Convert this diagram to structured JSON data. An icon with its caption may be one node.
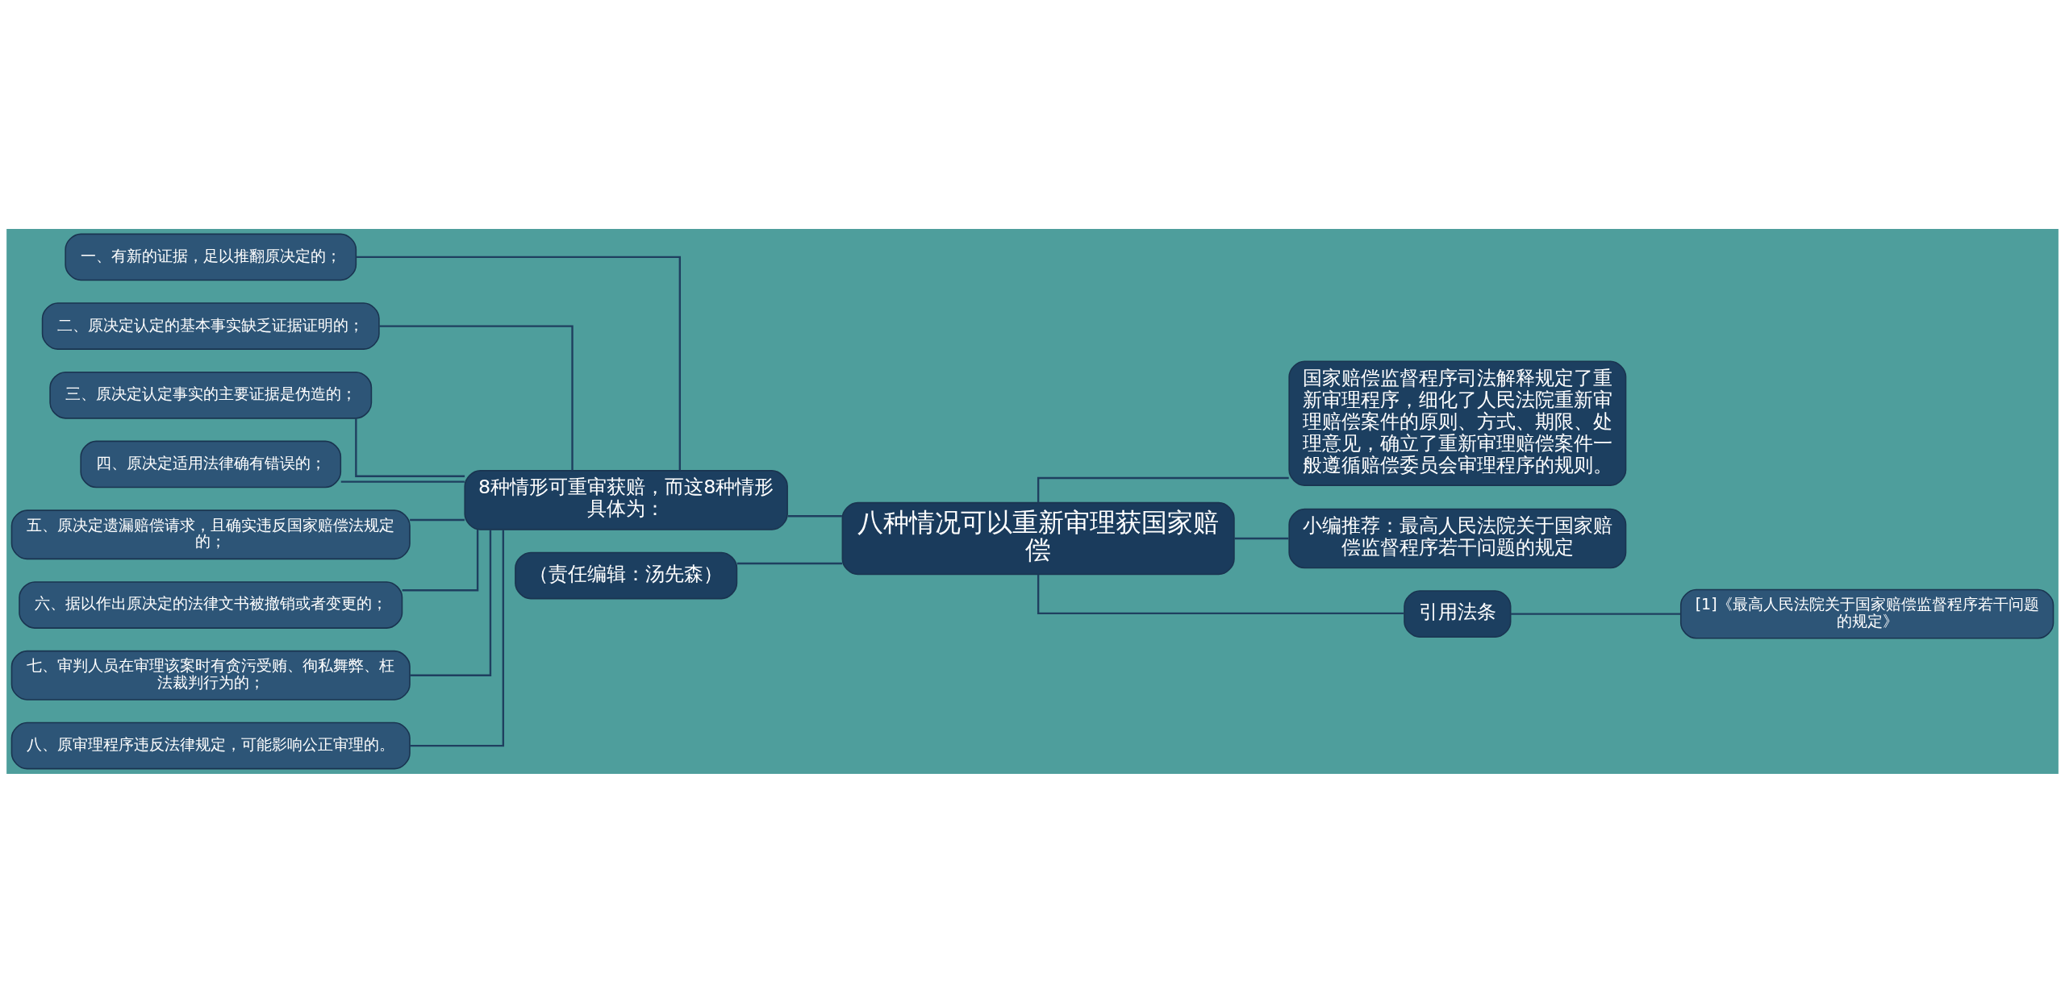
{
  "diagram": {
    "nodes": [
      {
        "text": [
          "八种情况可以重新审理获国家赔偿"
        ]
      },
      {
        "text": [
          "8种情形可重审获赔，而这8种情形具体为："
        ]
      },
      {
        "text": [
          "一、有新的证据，足以推翻原决定的；"
        ]
      },
      {
        "text": [
          "二、原决定认定的基本事实缺乏证据证明的；"
        ]
      },
      {
        "text": [
          "三、原决定认定事实的主要证据是伪造的；"
        ]
      },
      {
        "text": [
          "四、原决定适用法律确有错误的；"
        ]
      },
      {
        "text": [
          "五、原决定遗漏赔偿请求，且确实违反国家赔偿法规定的；"
        ]
      },
      {
        "text": [
          "六、据以作出原决定的法律文书被撤销或者变更的；"
        ]
      },
      {
        "text": [
          "七、审判人员在审理该案时有贪污受贿、徇私舞弊、枉法裁判行为的；"
        ]
      },
      {
        "text": [
          "八、原审理程序违反法律规定，可能影响公正审理的。"
        ]
      },
      {
        "text": [
          "（责任编辑：汤先森）"
        ]
      },
      {
        "text": [
          "国家赔偿监督程序司法解释规定了重新审理程序，细化了人民法院重新审理赔偿案件的原则、方式、期限、处理意见，确立了重新审理赔偿案件一般遵循赔偿委员会审理程序的规则。"
        ]
      },
      {
        "text": [
          "小编推荐：最高人民法院关于国家赔偿监督程序若干问题的规定"
        ]
      },
      {
        "text": [
          "引用法条"
        ]
      },
      {
        "text": [
          "[1]《最高人民法院关于国家赔偿监督程序若干问题的规定》"
        ]
      }
    ],
    "edges": [
      {
        "from": 0,
        "to": 1,
        "arrow": "none"
      },
      {
        "from": 1,
        "to": 2,
        "arrow": "none"
      },
      {
        "from": 1,
        "to": 3,
        "arrow": "none"
      },
      {
        "from": 1,
        "to": 4,
        "arrow": "none"
      },
      {
        "from": 1,
        "to": 5,
        "arrow": "none"
      },
      {
        "from": 1,
        "to": 6,
        "arrow": "none"
      },
      {
        "from": 1,
        "to": 7,
        "arrow": "none"
      },
      {
        "from": 1,
        "to": 8,
        "arrow": "none"
      },
      {
        "from": 1,
        "to": 9,
        "arrow": "none"
      },
      {
        "from": 0,
        "to": 10,
        "arrow": "none"
      },
      {
        "from": 0,
        "to": 11,
        "arrow": "none"
      },
      {
        "from": 0,
        "to": 12,
        "arrow": "none"
      },
      {
        "from": 0,
        "to": 13,
        "arrow": "none"
      },
      {
        "from": 13,
        "to": 14,
        "arrow": "none"
      }
    ]
  }
}
